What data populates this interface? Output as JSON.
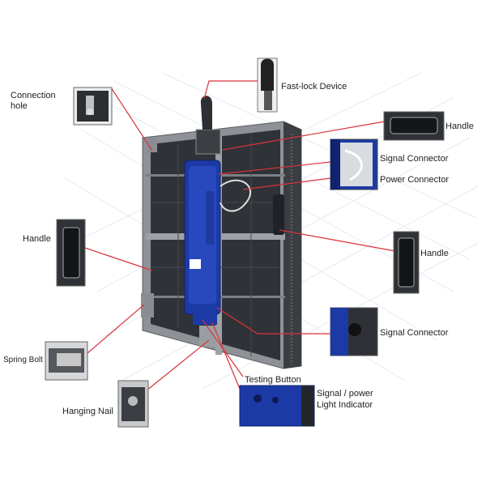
{
  "colors": {
    "panel_frame": "#8e9196",
    "panel_body": "#2f3338",
    "control_box": "#1c3aa6",
    "leader_line": "#d9323a",
    "background_grid": "#cfd8e2"
  },
  "labels": {
    "connection_hole": "Connection hole",
    "fast_lock": "Fast-lock Device",
    "handle_top_right": "Handle",
    "signal_connector_top": "Signal Connector",
    "power_connector": "Power Connector",
    "handle_left": "Handle",
    "handle_right": "Handle",
    "signal_connector_bottom": "Signal Connector",
    "spring_bolt": "Spring Bolt",
    "testing_button": "Testing Button",
    "signal_power_indicator_line1": "Signal / power",
    "signal_power_indicator_line2": "Light Indicator",
    "hanging_nail": "Hanging Nail"
  },
  "icons": {
    "logo": "brand-logo-icon"
  }
}
